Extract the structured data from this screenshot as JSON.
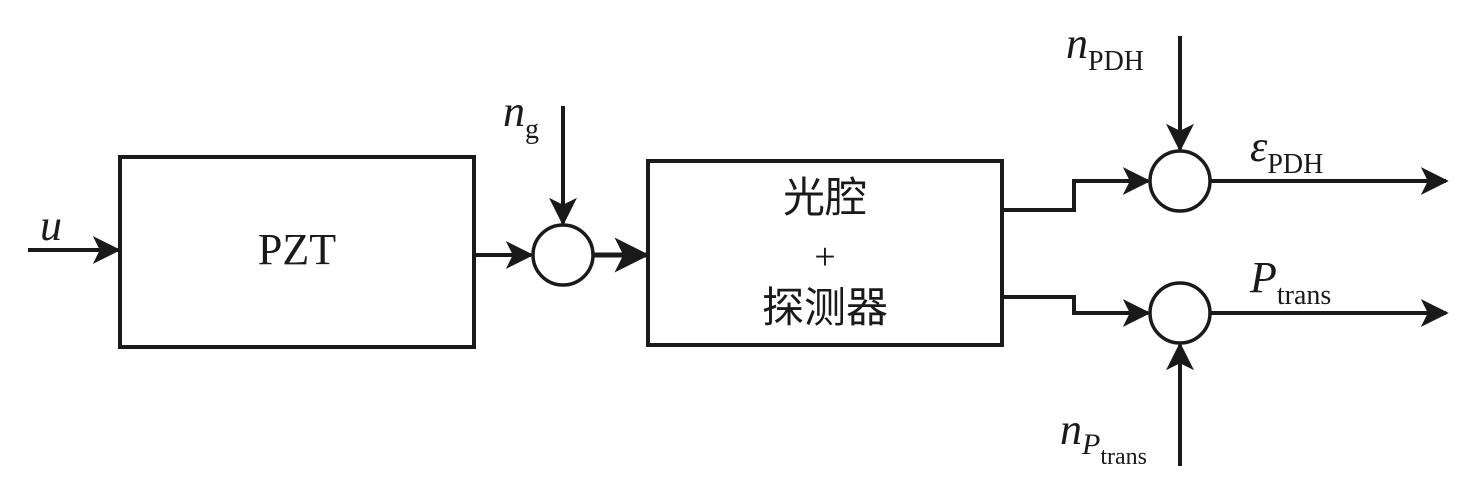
{
  "blocks": {
    "pzt": {
      "label": "PZT"
    },
    "cavity": {
      "line1": "光腔",
      "line2": "+",
      "line3": "探测器"
    }
  },
  "signals": {
    "input": {
      "symbol": "u"
    },
    "n_g": {
      "symbol": "n",
      "sub": "g"
    },
    "n_pdh": {
      "symbol": "n",
      "sub": "PDH"
    },
    "eps_pdh": {
      "symbol": "ε",
      "sub": "PDH"
    },
    "p_trans": {
      "symbol": "P",
      "sub": "trans"
    },
    "n_ptrans": {
      "symbol": "n",
      "sub_symbol": "P",
      "sub_sub": "trans"
    }
  },
  "colors": {
    "stroke": "#1a1a1a",
    "background": "#ffffff"
  }
}
